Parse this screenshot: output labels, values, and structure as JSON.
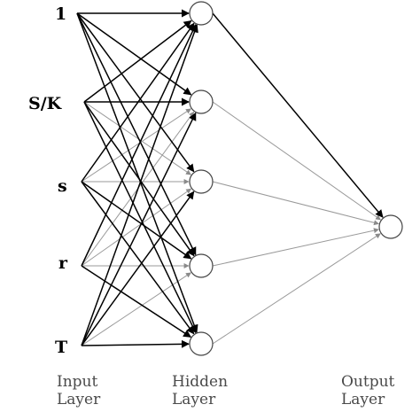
{
  "inputs": [
    {
      "id": "in-1",
      "label": "1"
    },
    {
      "id": "in-sk",
      "label": "S/K"
    },
    {
      "id": "in-s",
      "label": "s"
    },
    {
      "id": "in-r",
      "label": "r"
    },
    {
      "id": "in-t",
      "label": "T"
    }
  ],
  "hidden_nodes": [
    "h1",
    "h2",
    "h3",
    "h4",
    "h5"
  ],
  "output_nodes": [
    "o1"
  ],
  "layer_labels": {
    "input": [
      "Input",
      "Layer"
    ],
    "hidden": [
      "Hidden",
      "Layer"
    ],
    "output": [
      "Output",
      "Layer"
    ]
  },
  "edge_colors": {
    "strong": "#000000",
    "weak": "#9a9a9a"
  }
}
